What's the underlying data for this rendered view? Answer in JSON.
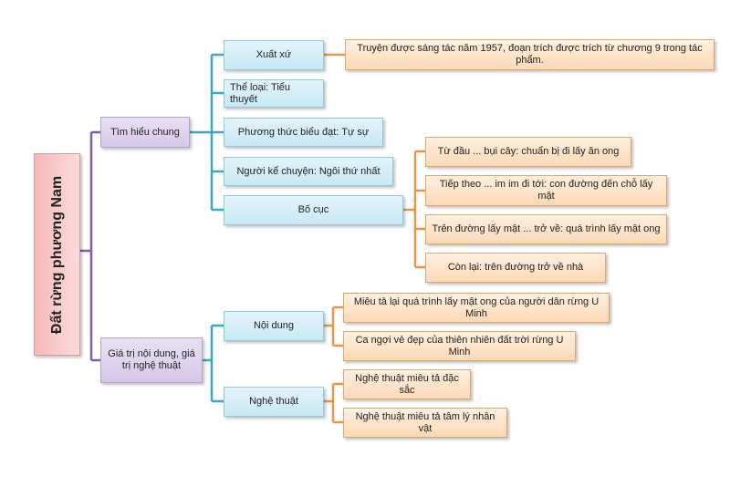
{
  "root": "Đất rừng phương Nam",
  "branches": {
    "tim_hieu_chung": {
      "label": "Tìm hiểu chung",
      "xuat_xu": "Xuất xứ",
      "xuat_xu_detail": "Truyện được sáng tác năm 1957, đoạn trích được trích từ chương 9 trong tác phẩm.",
      "the_loai": "Thể loại: Tiểu thuyết",
      "phuong_thuc": "Phương thức biểu đạt: Tự sự",
      "nguoi_ke": "Người kể chuyện: Ngôi thứ nhất",
      "bo_cuc": "Bố cục",
      "bo_cuc_parts": [
        "Từ đầu ... bụi cây: chuẩn bị đi lấy ăn ong",
        "Tiếp theo ... im im đi tới: con đường đến chỗ lấy mật",
        "Trên đường lấy mật ... trở về: quá trình lấy mật ong",
        "Còn lại: trên đường trở về nhà"
      ]
    },
    "gia_tri": {
      "label": "Giá trị nội dung, giá trị nghệ thuật",
      "noi_dung": "Nội dung",
      "noi_dung_items": [
        "Miêu tả lại quá trình lấy mật ong của người dân rừng U Minh",
        "Ca ngợi vẻ đẹp của thiên nhiên đất trời rừng U Minh"
      ],
      "nghe_thuat": "Nghệ thuật",
      "nghe_thuat_items": [
        "Nghệ thuật miêu tả đặc sắc",
        "Nghệ thuật miêu tả tâm lý nhân vật"
      ]
    }
  },
  "colors": {
    "root_line": "#7b5ea7",
    "cyan_line": "#3aa8c8",
    "orange_line": "#e8944a"
  }
}
